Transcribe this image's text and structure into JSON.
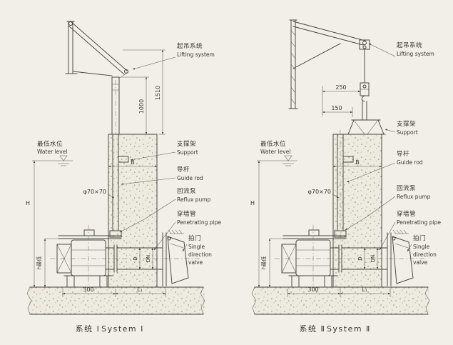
{
  "colors": {
    "background": "#f1efe8",
    "line": "#45443c",
    "text": "#38372f"
  },
  "labels": {
    "lifting_cn": "起吊系统",
    "lifting_en": "Lifting system",
    "support_cn": "支撑架",
    "support_en": "Support",
    "water_cn": "最低水位",
    "water_en": "Water level",
    "guide_cn": "导杆",
    "guide_en": "Guide rod",
    "pump_cn": "回流泵",
    "pump_en": "Reflux pump",
    "pipe_cn": "穿墙管",
    "pipe_en": "Penetrating pipe",
    "valve_cn": "拍门",
    "valve_en1": "Single",
    "valve_en2": "direction",
    "valve_en3": "valve"
  },
  "dims": {
    "H": "H",
    "h_min": "h最低",
    "B": "B",
    "guide_size": "φ70×70",
    "D": "D",
    "DN": "DN",
    "base": "300",
    "L1": "L₁",
    "sys1_upper": "1510",
    "sys1_lower": "1000",
    "sys2_upper": "250",
    "sys2_lower": "150"
  },
  "captions": {
    "sys1_cn": "系统 Ⅰ",
    "sys1_en": "System Ⅰ",
    "sys2_cn": "系统 Ⅱ",
    "sys2_en": "System Ⅱ"
  }
}
